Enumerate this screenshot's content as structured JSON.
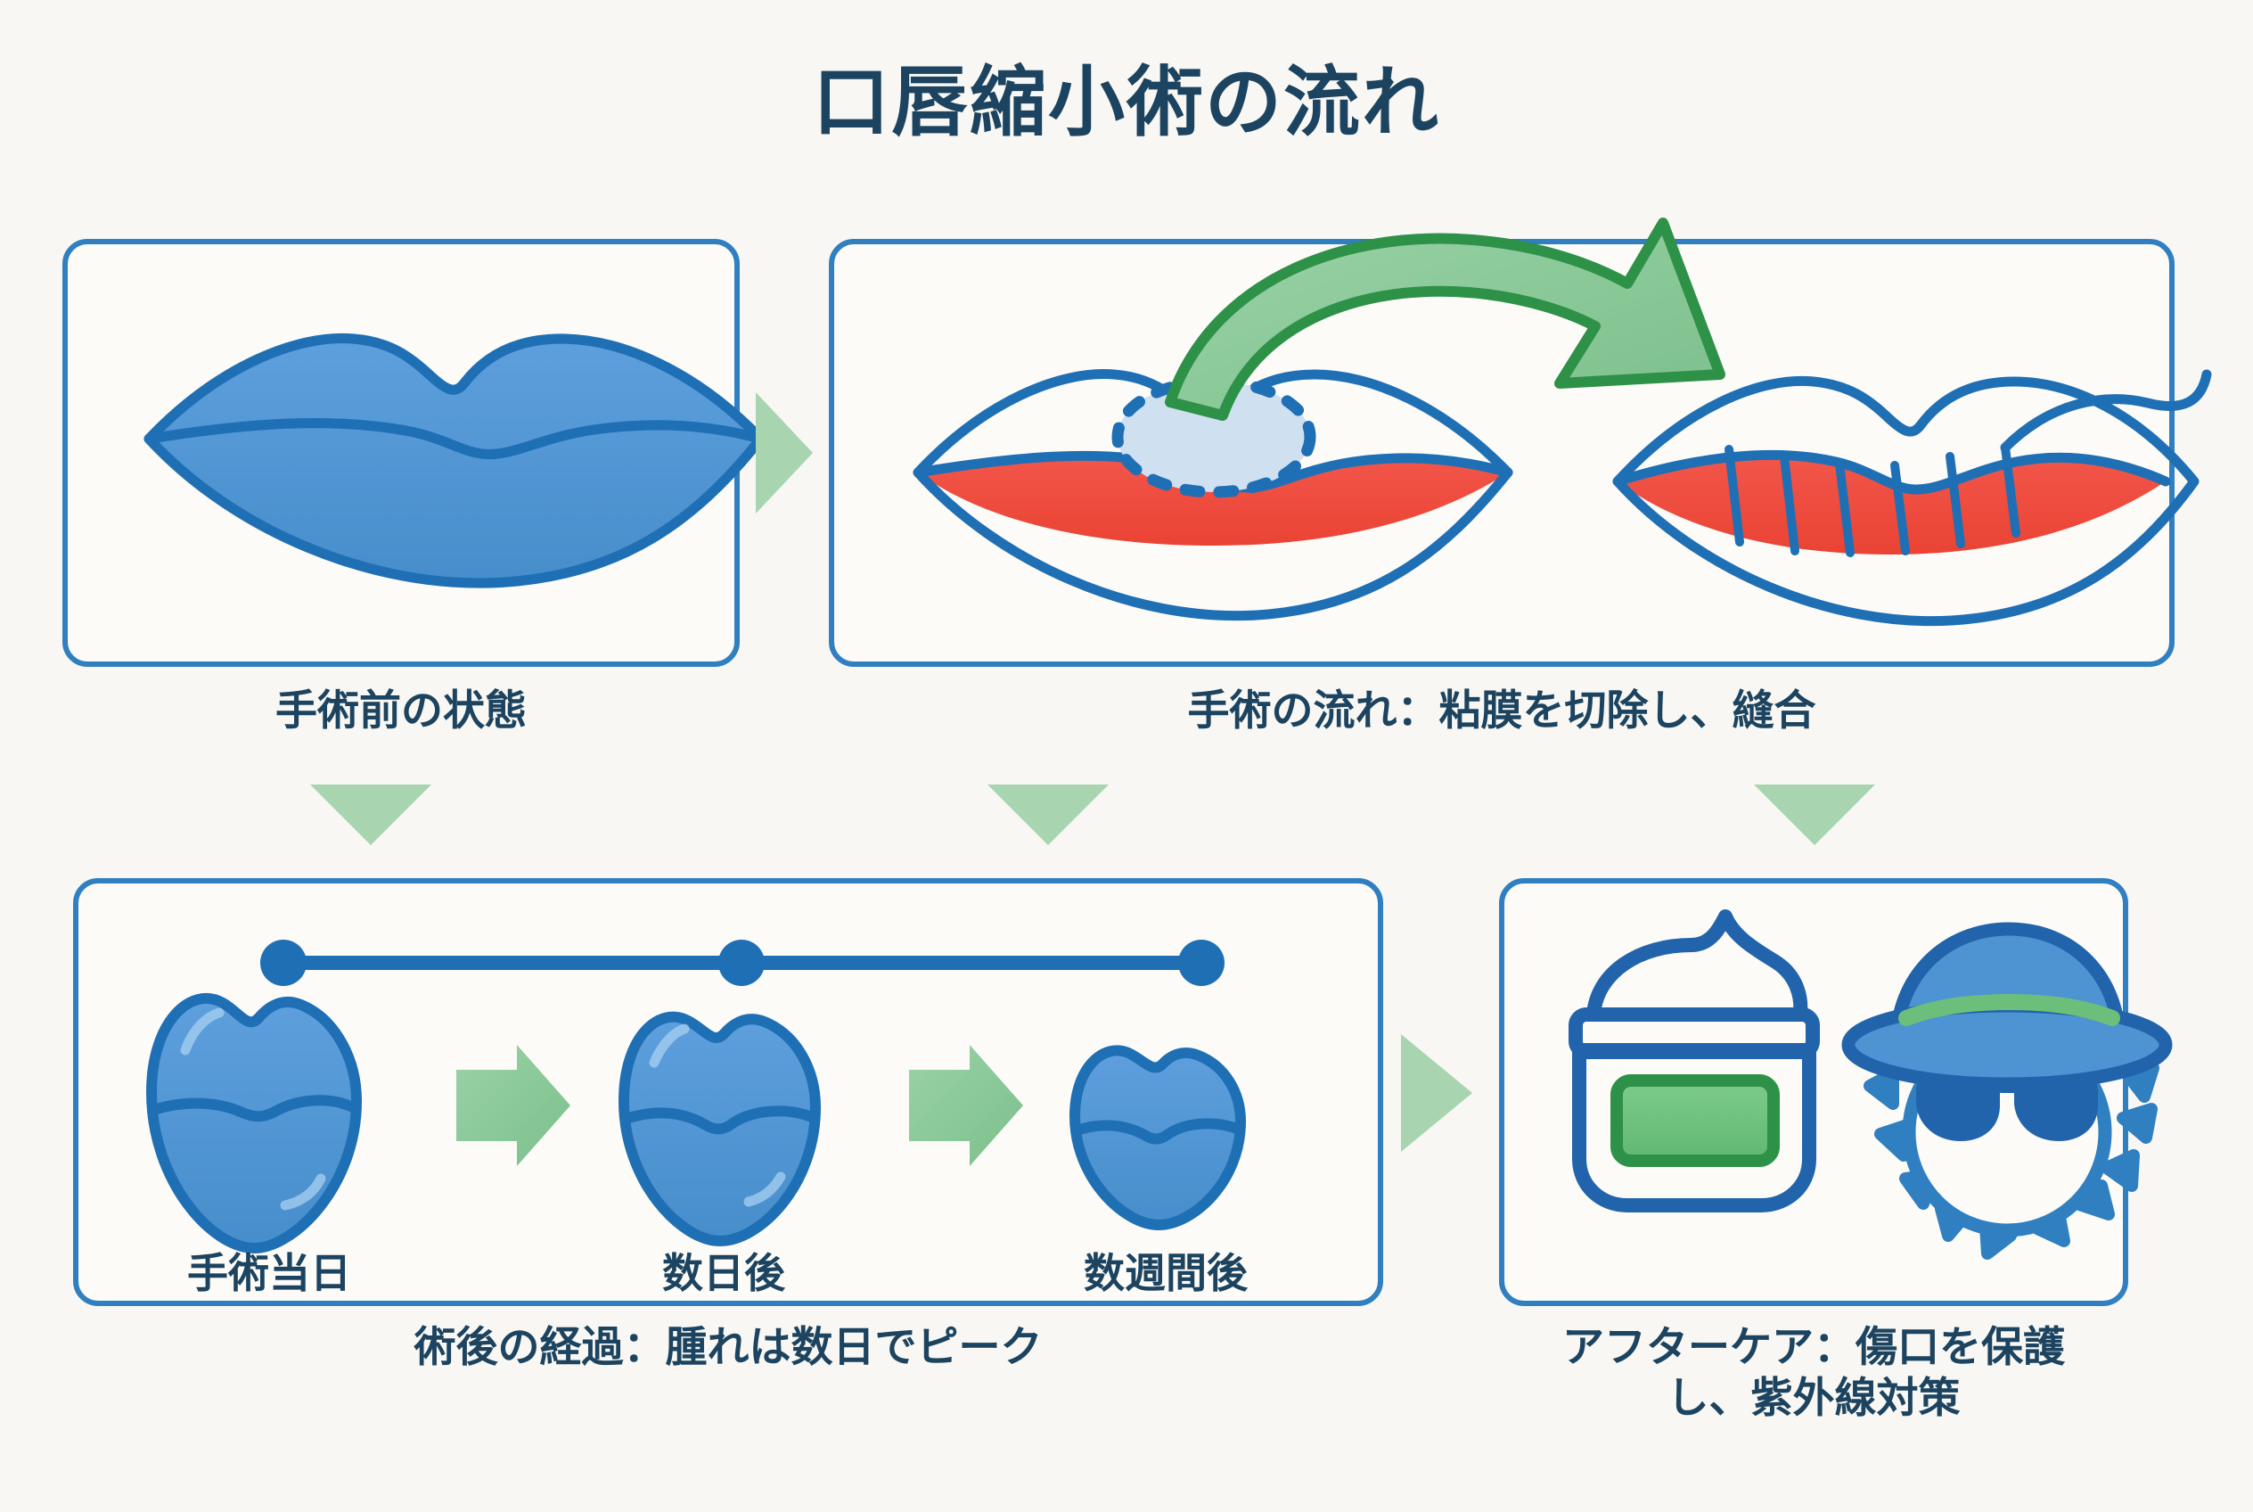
{
  "title": "口唇縮小術の流れ",
  "theme": {
    "background": "#f8f7f3",
    "panel_border": "#2f7fc1",
    "text_navy": "#1c435f",
    "lip_fill": "#4e93d2",
    "lip_stroke": "#1f6fb5",
    "mucosa_red": "#ef4a3c",
    "excision_fill": "#cfe0f0",
    "arrow_green_fill": "#8cc99a",
    "arrow_green_stroke": "#2e9148",
    "connector_green": "#a8d5b0",
    "label_green": "#6cbf7a",
    "label_green_stroke": "#2e9148"
  },
  "panels": [
    {
      "id": "pre",
      "caption": "手術前の状態",
      "illustration": "filled-blue-lips"
    },
    {
      "id": "procedure",
      "caption": "手術の流れ：粘膜を切除し、縫合",
      "illustration": "lips-excision-then-sutured",
      "arrow": "curved-green-arrow"
    },
    {
      "id": "timeline",
      "caption": "術後の経過：腫れは数日でピーク",
      "illustration": "swelling-timeline",
      "steps": [
        {
          "label": "手術当日",
          "swelling": "large"
        },
        {
          "label": "数日後",
          "swelling": "medium"
        },
        {
          "label": "数週間後",
          "swelling": "small"
        }
      ]
    },
    {
      "id": "aftercare",
      "caption": "アフターケア：傷口を保護\nし、紫外線対策",
      "icons": [
        "ointment-jar-icon",
        "sun-hat-sunglasses-icon"
      ]
    }
  ],
  "connectors": [
    {
      "from": "pre",
      "to": "procedure",
      "direction": "right"
    },
    {
      "from": "pre",
      "to": "timeline",
      "direction": "down"
    },
    {
      "from": "procedure",
      "to": "timeline",
      "direction": "down"
    },
    {
      "from": "procedure",
      "to": "aftercare",
      "direction": "down"
    },
    {
      "from": "timeline",
      "to": "aftercare",
      "direction": "right"
    }
  ]
}
